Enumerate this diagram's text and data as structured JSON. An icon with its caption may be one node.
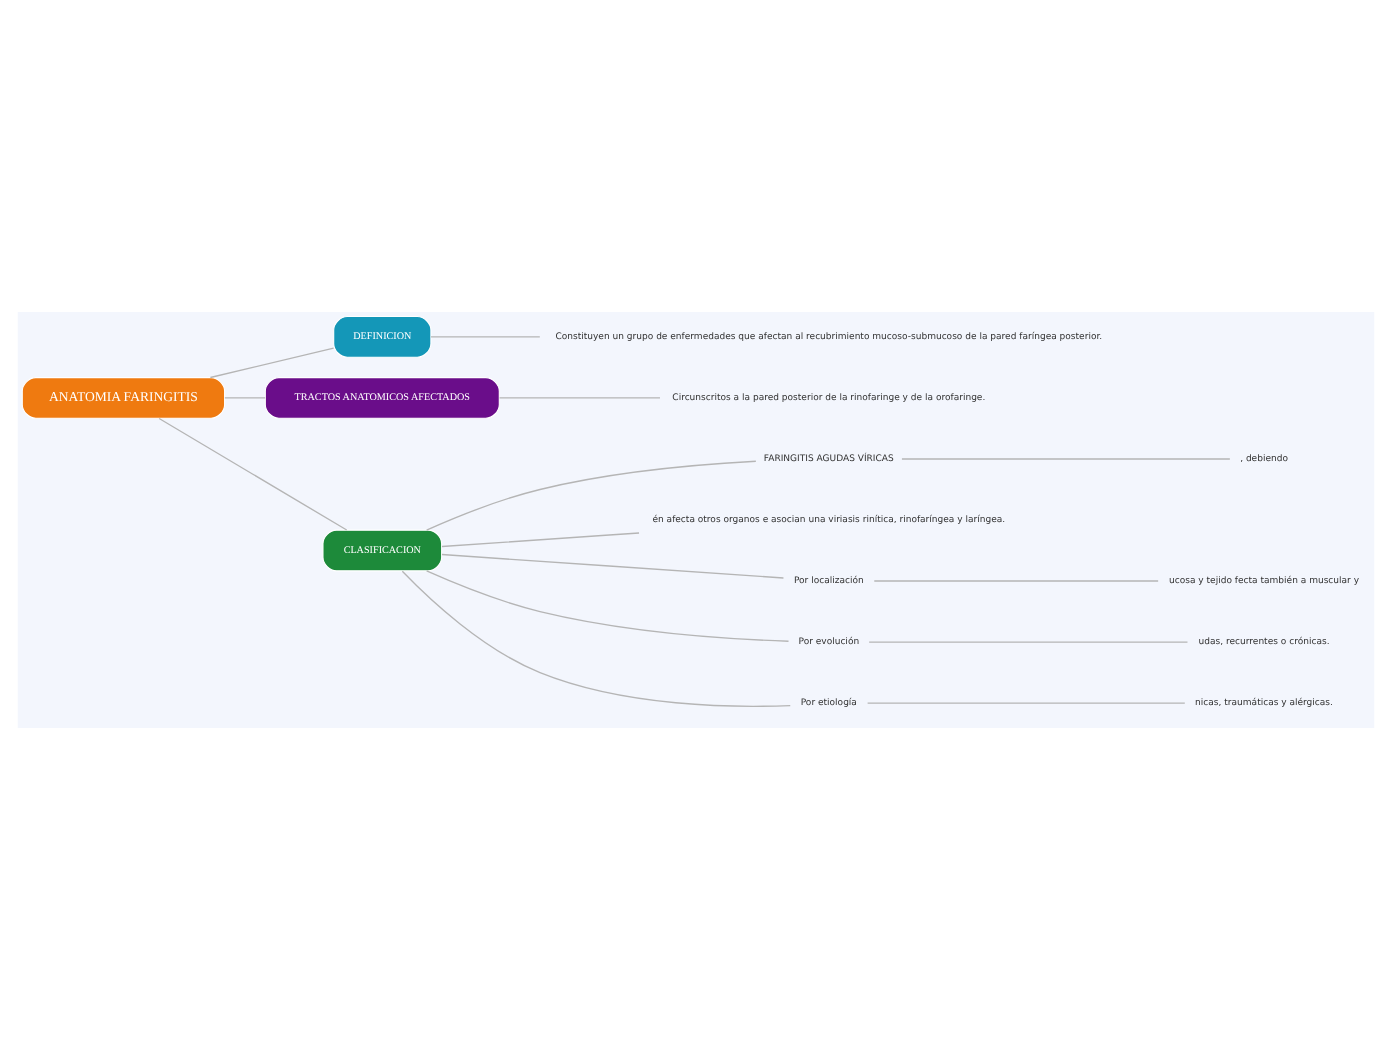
{
  "diagram": {
    "nodes": [
      {
        "text": [
          "ANATOMIA FARINGITIS"
        ]
      },
      {
        "text": [
          "DEFINICION"
        ]
      },
      {
        "text": [
          "Constituyen un grupo de enfermedades que afectan al recubrimiento mucoso-submucoso de la pared faríngea posterior."
        ]
      },
      {
        "text": [
          "TRACTOS ANATOMICOS AFECTADOS"
        ]
      },
      {
        "text": [
          "Circunscritos a la pared posterior de la rinofaringe y de la orofaringe."
        ]
      },
      {
        "text": [
          "CLASIFICACION"
        ]
      },
      {
        "text": [
          "FARINGITIS AGUDAS VÍRICAS"
        ]
      },
      {
        "text": [
          ", debiendo"
        ]
      },
      {
        "text": [
          "én afecta otros organos e asocian una viriasis rinítica, rinofaríngea y laríngea."
        ]
      },
      {
        "text": [
          "Por localización"
        ]
      },
      {
        "text": [
          "ucosa y tejido fecta también a muscular y"
        ]
      },
      {
        "text": [
          "Por evolución"
        ]
      },
      {
        "text": [
          "udas, recurrentes o crónicas."
        ]
      },
      {
        "text": [
          "Por etiología"
        ]
      },
      {
        "text": [
          "nicas, traumáticas y alérgicas."
        ]
      }
    ],
    "edges": [
      {
        "from": 0,
        "to": 1,
        "arrow": "none"
      },
      {
        "from": 1,
        "to": 2,
        "arrow": "none"
      },
      {
        "from": 0,
        "to": 3,
        "arrow": "none"
      },
      {
        "from": 3,
        "to": 4,
        "arrow": "none"
      },
      {
        "from": 0,
        "to": 5,
        "arrow": "none"
      },
      {
        "from": 5,
        "to": 6,
        "arrow": "none"
      },
      {
        "from": 6,
        "to": 7,
        "arrow": "none"
      },
      {
        "from": 5,
        "to": 8,
        "arrow": "none"
      },
      {
        "from": 5,
        "to": 9,
        "arrow": "none"
      },
      {
        "from": 9,
        "to": 10,
        "arrow": "none"
      },
      {
        "from": 5,
        "to": 11,
        "arrow": "none"
      },
      {
        "from": 11,
        "to": 12,
        "arrow": "none"
      },
      {
        "from": 5,
        "to": 13,
        "arrow": "none"
      },
      {
        "from": 13,
        "to": 14,
        "arrow": "none"
      }
    ]
  }
}
